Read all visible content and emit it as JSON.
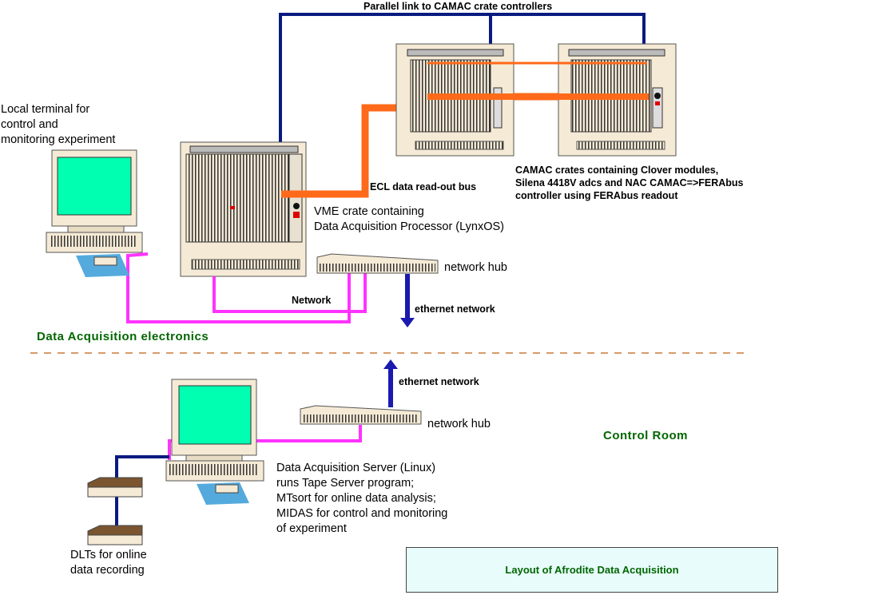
{
  "diagram": {
    "title": "Layout of Afrodite Data Acquisition",
    "sections": {
      "upper": "Data Acquisition electronics",
      "lower": "Control Room"
    },
    "labels": {
      "parallel_link": "Parallel link to CAMAC crate controllers",
      "local_terminal": [
        "Local terminal for",
        "control and",
        "monitoring experiment"
      ],
      "ecl_bus": "ECL data read-out bus",
      "camac_crates": [
        "CAMAC crates containing Clover modules,",
        "Silena 4418V adcs and NAC CAMAC=>FERAbus",
        "controller using FERAbus readout"
      ],
      "vme_crate": [
        "VME crate containing",
        "Data Acquisition Processor (LynxOS)"
      ],
      "network_hub_upper": "network hub",
      "network": "Network",
      "ethernet_upper": "ethernet network",
      "ethernet_lower": "ethernet network",
      "network_hub_lower": "network hub",
      "server": [
        "Data Acquisition Server (Linux)",
        "runs Tape Server program;",
        "MTsort for online data analysis;",
        "MIDAS for control and monitoring",
        "of experiment"
      ],
      "dlts": [
        "DLTs for online",
        "data recording"
      ]
    },
    "colors": {
      "parallel_link": "#0a1a80",
      "ecl_bus": "#ff6a1a",
      "network": "#ff33ff",
      "ethernet": "#1a1ab0",
      "screen": "#00ffb0",
      "equipment": "#f5ead5",
      "section_label": "#006600",
      "divider": "#c87a3a",
      "title_bg": "#e8fcfc"
    }
  }
}
